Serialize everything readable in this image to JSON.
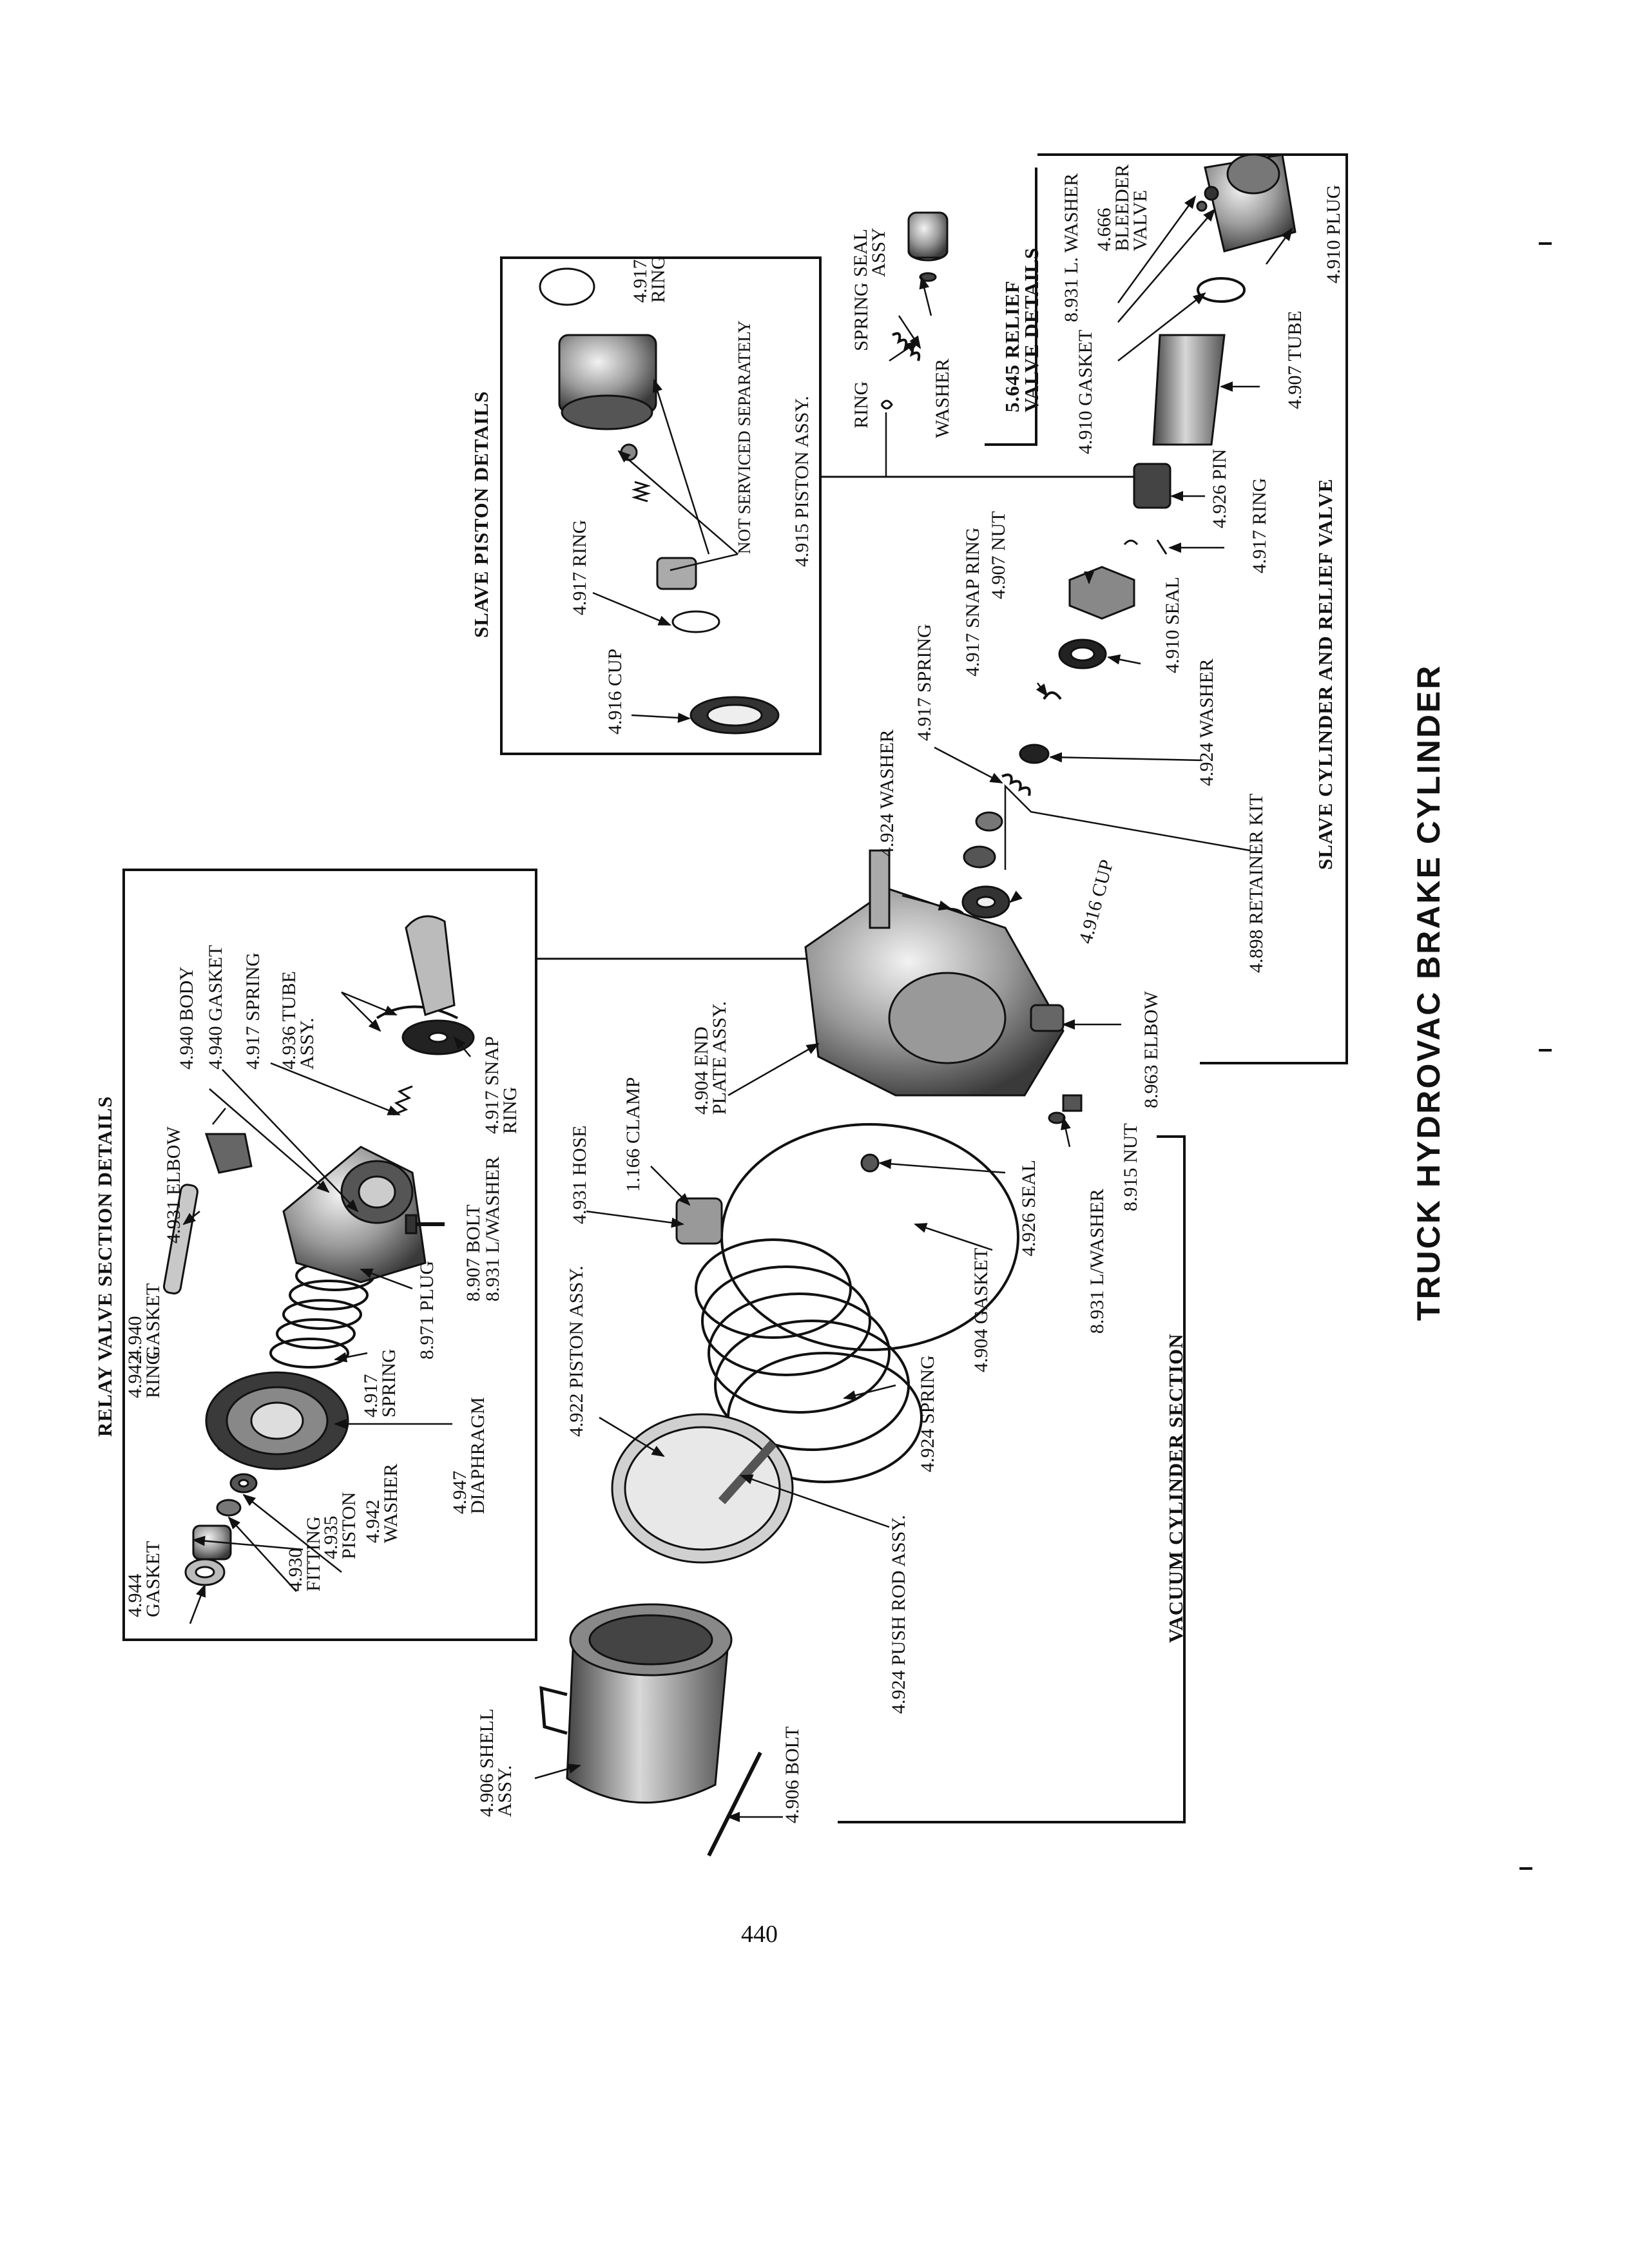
{
  "title": "TRUCK HYDROVAC BRAKE CYLINDER",
  "page_number": "440",
  "sections": {
    "relay": "RELAY VALVE SECTION DETAILS",
    "slave_piston": "SLAVE PISTON DETAILS",
    "relief": "5.645 RELIEF VALVE DETAILS",
    "slave_cyl": "SLAVE CYLINDER AND RELIEF VALVE",
    "vacuum": "VACUUM CYLINDER SECTION"
  },
  "labels": {
    "gasket_4944": "4.944 GASKET",
    "ring_4942": "4.942 RING",
    "gasket_4940a": "4.940 GASKET",
    "elbow_4931": "4.931 ELBOW",
    "body_4940": "4.940 BODY",
    "gasket_4940b": "4.940 GASKET",
    "spring_4917a": "4.917 SPRING",
    "tube_4936": "4.936 TUBE ASSY.",
    "fitting_4930": "4.930 FITTING",
    "piston_4935": "4.935 PISTON",
    "washer_4942": "4.942 WASHER",
    "diaphragm_4947": "4.947 DIAPHRAGM",
    "spring_4917b": "4.917 SPRING",
    "plug_8971": "8.971 PLUG",
    "bolt_8907": "8.907 BOLT",
    "lwasher_8931a": "8.931 L/WASHER",
    "snapring_4917a": "4.917 SNAP RING",
    "cup_4916a": "4.916 CUP",
    "ring_4917a": "4.917 RING",
    "not_serviced": "NOT SERVICED SEPARATELY",
    "piston_assy_4915": "4.915 PISTON ASSY.",
    "ring_4917b": "4.917 RING",
    "ring_plain": "RING",
    "spring_plain": "SPRING",
    "seal_assy": "SEAL ASSY",
    "washer_plain": "WASHER",
    "lwasher_8931b": "8.931 L. WASHER",
    "bleeder_4666": "4.666 BLEEDER VALVE",
    "plug_4910": "4.910 PLUG",
    "gasket_4910": "4.910 GASKET",
    "tube_4907": "4.907 TUBE",
    "pin_4926": "4.926 PIN",
    "ring_4917c": "4.917 RING",
    "nut_4907": "4.907 NUT",
    "snapring_4917b": "4.917 SNAP RING",
    "spring_4917c": "4.917 SPRING",
    "seal_4910": "4.910 SEAL",
    "washer_4924a": "4.924 WASHER",
    "washer_4924b": "4.924 WASHER",
    "retainer_4898": "4.898 RETAINER KIT",
    "cup_4916b": "4.916 CUP",
    "elbow_8963": "8.963 ELBOW",
    "endplate_4904": "4.904 END PLATE ASSY.",
    "clamp_1166": "1.166 CLAMP",
    "hose_4931": "4.931 HOSE",
    "nut_8915": "8.915 NUT",
    "lwasher_8931c": "8.931 L/WASHER",
    "seal_4926": "4.926 SEAL",
    "gasket_4904": "4.904 GASKET",
    "spring_4924": "4.924 SPRING",
    "piston_assy_4922": "4.922 PISTON ASSY.",
    "pushrod_4924": "4.924 PUSH ROD ASSY.",
    "shell_4906": "4.906 SHELL ASSY.",
    "bolt_4906": "4.906 BOLT"
  }
}
